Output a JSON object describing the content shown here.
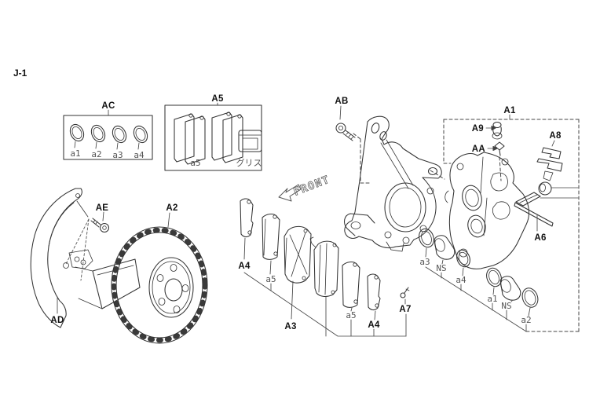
{
  "page": {
    "code": "J-1"
  },
  "front_marker": {
    "label": "FRONT"
  },
  "ac_box": {
    "label": "AC",
    "items": [
      "a1",
      "a2",
      "a3",
      "a4"
    ]
  },
  "a5_box": {
    "label": "A5",
    "shim_label": "a5",
    "grease_label": "グリス"
  },
  "callouts": {
    "ab": "AB",
    "a1": "A1",
    "a9": "A9",
    "aa": "AA",
    "a8": "A8",
    "a6": "A6",
    "a2": "A2",
    "ae": "AE",
    "ad": "AD",
    "a3": "A3",
    "a7": "A7",
    "a4_left": "A4",
    "a5_left": "a5",
    "a5_right": "a5",
    "a4_right": "A4"
  },
  "seal_labels": {
    "s_a3": "a3",
    "ns_left": "NS",
    "s_a4": "a4",
    "s_a1": "a1",
    "ns_right": "NS",
    "s_a2": "a2"
  },
  "colors": {
    "background": "#ffffff",
    "line": "#333333",
    "label": "#111111",
    "draft": "#555555"
  }
}
